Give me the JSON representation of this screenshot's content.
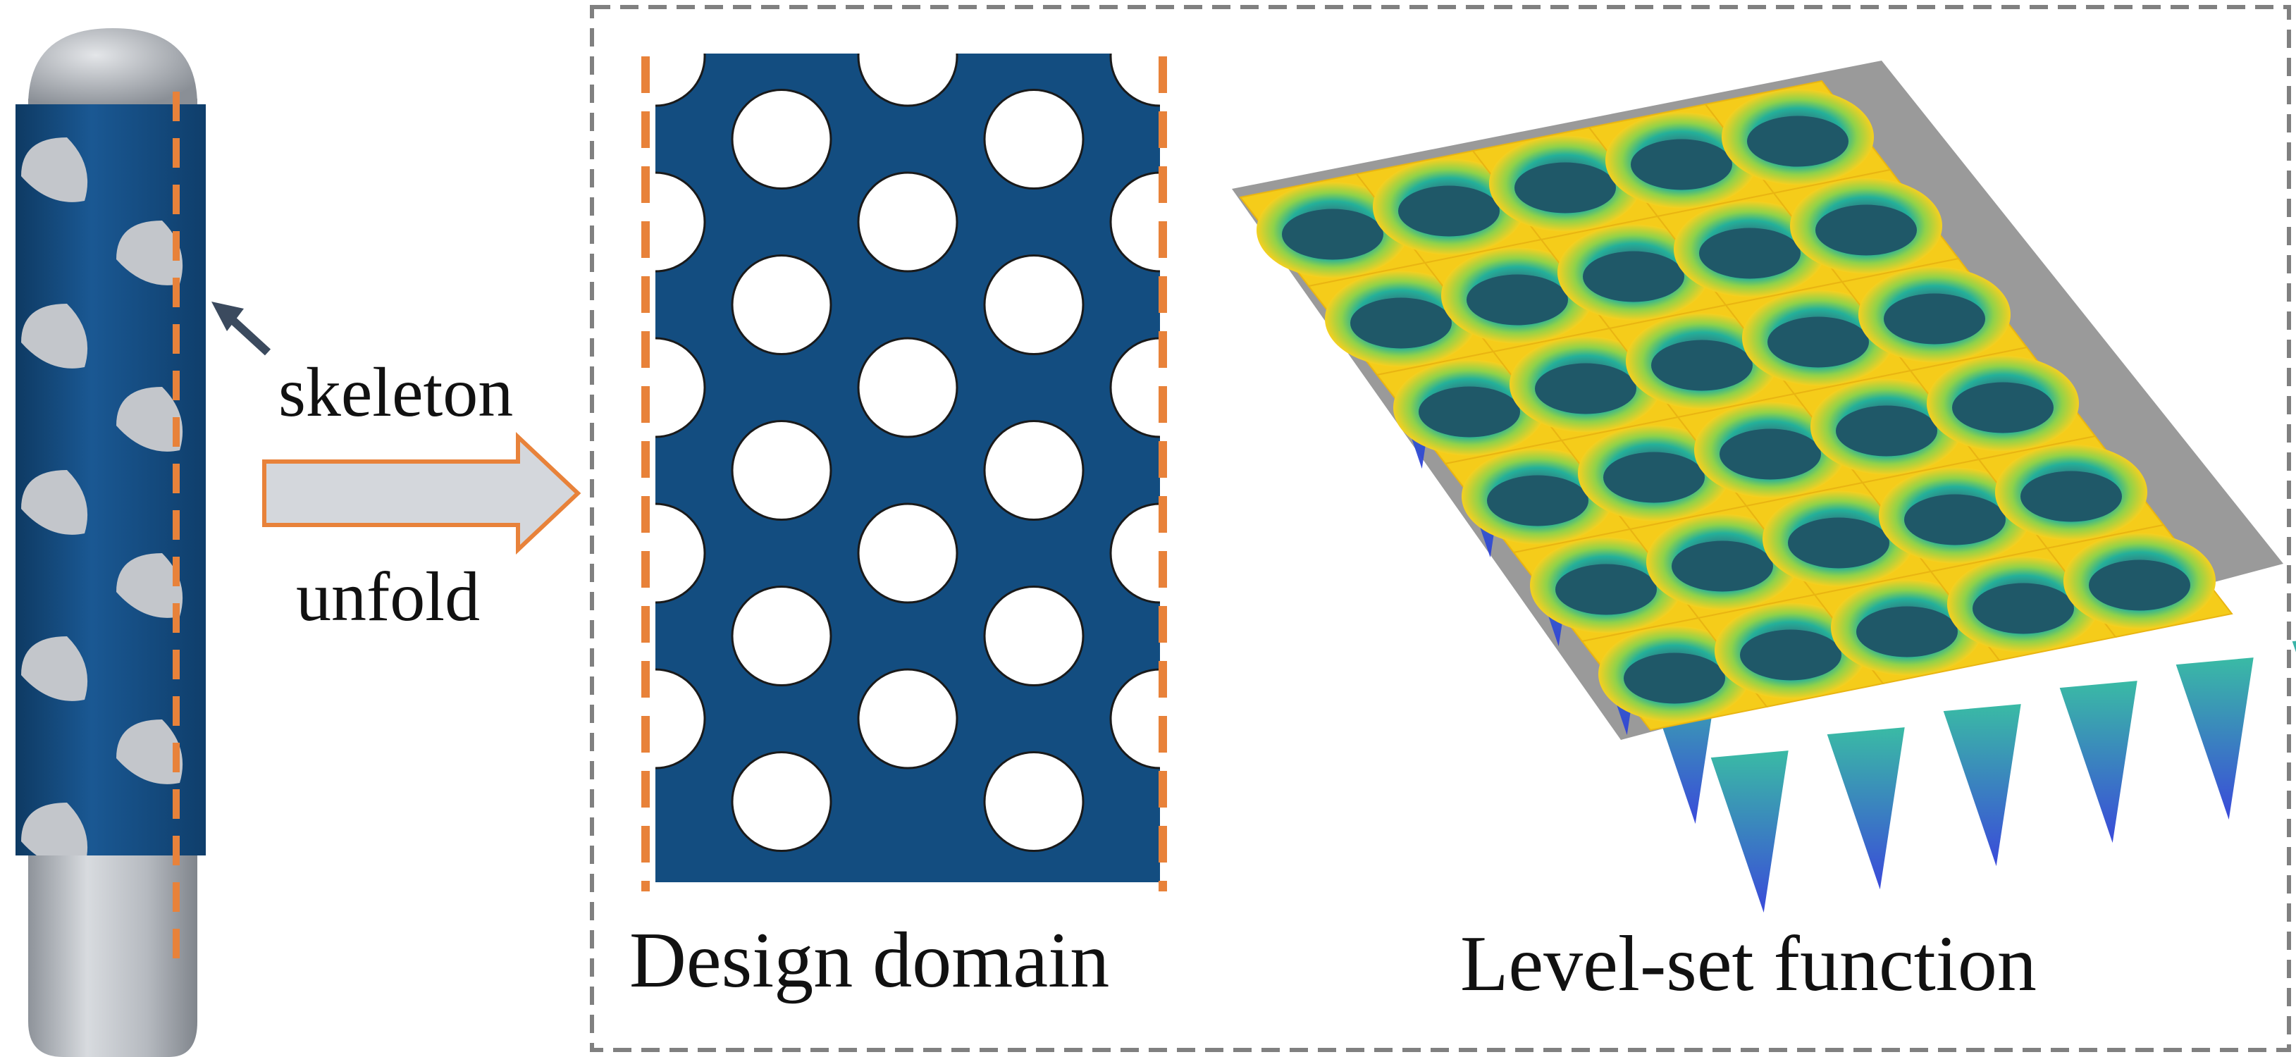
{
  "labels": {
    "skeleton": "skeleton",
    "unfold": "unfold",
    "design_domain": "Design domain",
    "level_set_function": "Level-set function"
  },
  "colors": {
    "skeleton_blue": "#134d80",
    "rod_gray": "#b8bcc2",
    "cut_line_orange": "#e8823a",
    "arrow_fill": "#d4d7dc",
    "frame_gray": "#808080",
    "surface_low": "#2a55c8",
    "surface_mid": "#20b09a",
    "surface_high": "#f5d020"
  },
  "icons": {
    "pointer": "arrow-pointer-icon",
    "unfold_arrow": "right-arrow-icon"
  },
  "pattern": {
    "type": "staggered circular holes",
    "rows": 9,
    "columns": 5
  }
}
